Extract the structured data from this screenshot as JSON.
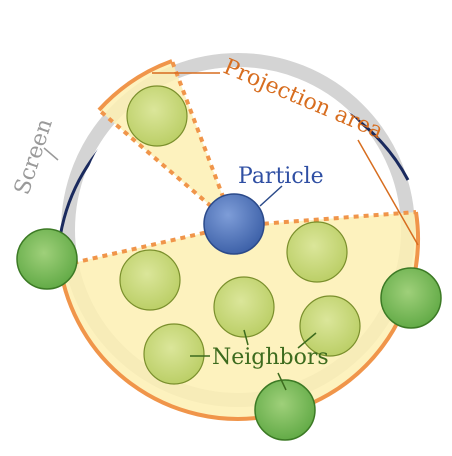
{
  "labels": {
    "particle": "Particle",
    "projection_area": "Projection area",
    "screen": "Screen",
    "neighbors": "Neighbors"
  },
  "colors": {
    "screen_ring": "#d4d4d4",
    "screen_arc": "#1a2a5e",
    "projection_stroke": "#f0954a",
    "projection_fill": "#fdf0b3",
    "particle_fill": "#4f74b8",
    "neighbor_inner_fill": "#cad97a",
    "neighbor_outer_fill": "#7dbb5a",
    "particle_label": "#2f4fa3",
    "projection_label": "#d76d1f",
    "neighbors_label": "#3d6b1e",
    "screen_label": "#9a9a9a"
  }
}
